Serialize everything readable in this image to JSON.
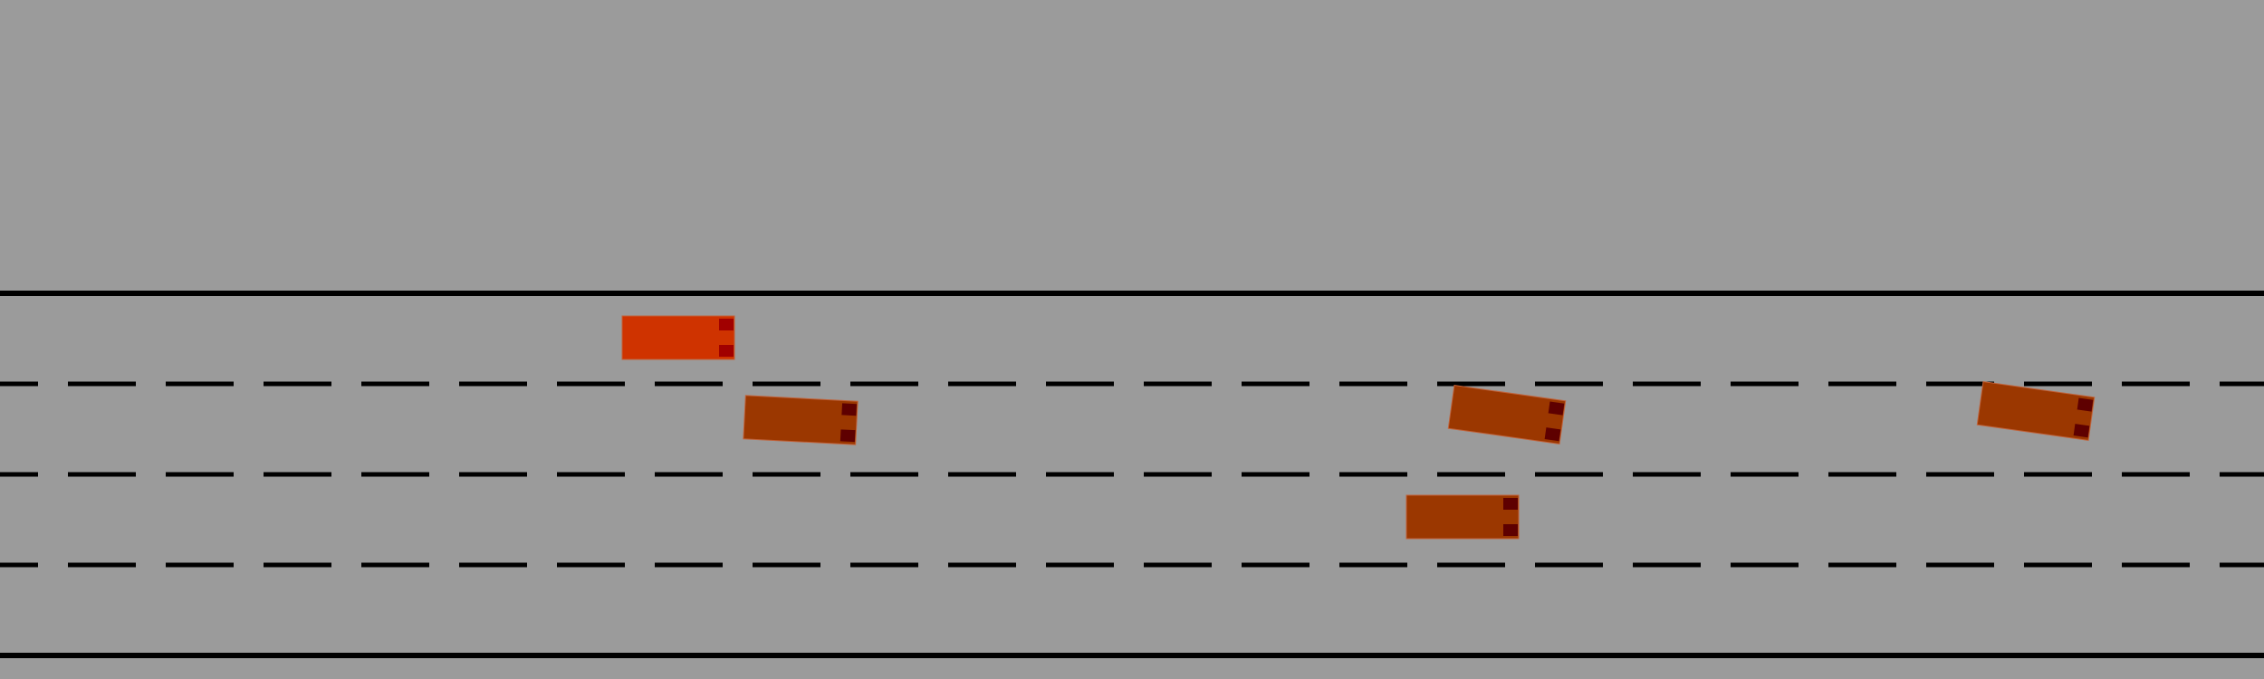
{
  "scene": {
    "type": "highway-driving-simulation",
    "view": "top-down",
    "lane_count": 4,
    "direction": "right"
  },
  "colors": {
    "background": "#9b9b9b",
    "lane_line": "#000000",
    "ego_vehicle": "#cf3300",
    "ego_light": "#a10000",
    "other_vehicle": "#9b3700",
    "other_light": "#5e0000"
  },
  "vehicles": [
    {
      "id": "ego",
      "role": "ego",
      "lane": 0,
      "heading_deg": 0
    },
    {
      "id": "car-1",
      "role": "other",
      "lane": 1,
      "heading_deg": 3
    },
    {
      "id": "car-2",
      "role": "other",
      "lane": 1,
      "heading_deg": 8
    },
    {
      "id": "car-3",
      "role": "other",
      "lane": 1,
      "heading_deg": 8
    },
    {
      "id": "car-4",
      "role": "other",
      "lane": 2,
      "heading_deg": 0
    }
  ]
}
